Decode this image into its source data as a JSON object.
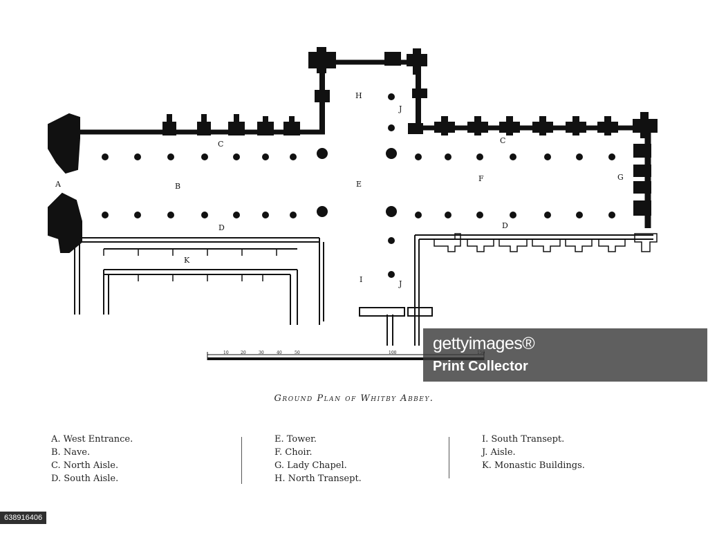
{
  "plan": {
    "labels": {
      "A": "A",
      "B": "B",
      "C": "C",
      "D": "D",
      "E": "E",
      "F": "F",
      "G": "G",
      "H": "H",
      "I": "I",
      "J": "J",
      "K": "K"
    },
    "scale": {
      "ticks": [
        "10",
        "20",
        "30",
        "40",
        "50",
        "100",
        "150"
      ]
    }
  },
  "caption": "Ground Plan of Whitby Abbey.",
  "legend": {
    "col1": [
      "A. West Entrance.",
      "B. Nave.",
      "C. North Aisle.",
      "D. South Aisle."
    ],
    "col2": [
      "E. Tower.",
      "F. Choir.",
      "G. Lady Chapel.",
      "H. North Transept."
    ],
    "col3": [
      "I. South Transept.",
      "J. Aisle.",
      "K. Monastic Buildings."
    ]
  },
  "watermark": {
    "brand": "gettyimages®",
    "owner": "Print Collector"
  },
  "image_id": "638916406",
  "colors": {
    "ink": "#111111",
    "watermark_bg": "#373737"
  }
}
